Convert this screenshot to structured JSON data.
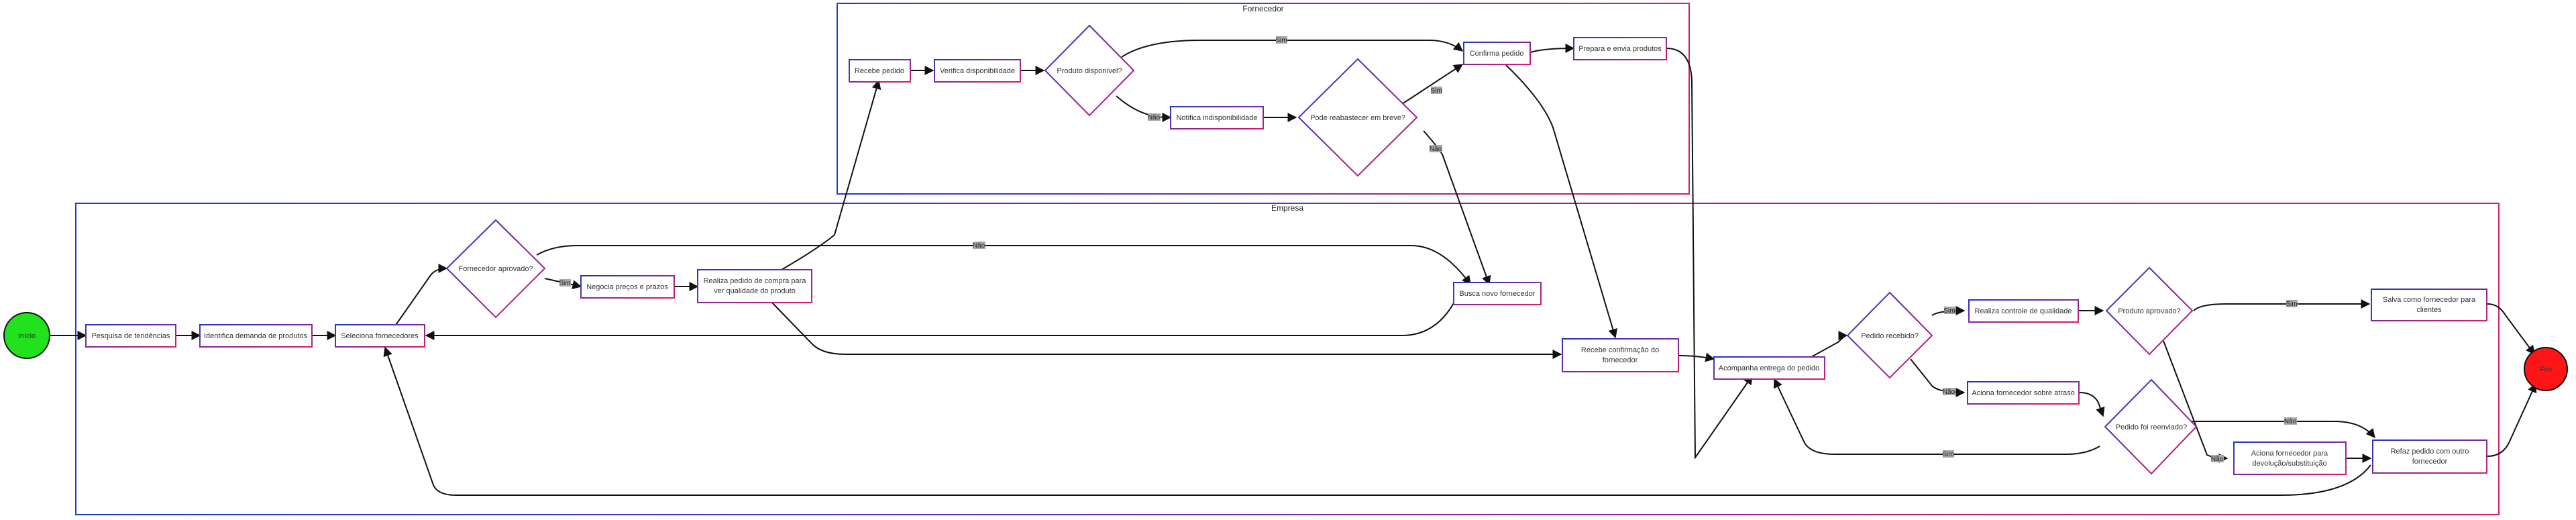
{
  "colors": {
    "lane_start": "#1a3fd6",
    "lane_end": "#d81b6e",
    "node_start": "#2536c8",
    "node_end": "#d81b6e",
    "start_fill": "#21e21d",
    "end_fill": "#ff1515",
    "edge": "#111111",
    "edge_label_bg": "#a8a8a8"
  },
  "lanes": {
    "supplier": {
      "title": "Fornecedor"
    },
    "company": {
      "title": "Empresa"
    }
  },
  "nodes": {
    "inicio": "Início",
    "fim": "Fim",
    "pesquisa": "Pesquisa de tendências",
    "identifica": "Identifica demanda de produtos",
    "seleciona": "Seleciona fornecedores",
    "fornecedor_aprovado": "Fornecedor aprovado?",
    "negocia": "Negocia preços e prazos",
    "realiza_pedido": [
      "Realiza pedido de compra para",
      "ver qualidade do produto"
    ],
    "busca_novo": "Busca novo fornecedor",
    "recebe_confirmacao": [
      "Recebe confirmação do",
      "fornecedor"
    ],
    "acompanha": "Acompanha entrega do pedido",
    "pedido_recebido": "Pedido recebido?",
    "controle": "Realiza controle de qualidade",
    "produto_aprovado": "Produto aprovado?",
    "salva": [
      "Salva como fornecedor para",
      "clientes"
    ],
    "aciona_atraso": "Aciona fornecedor sobre atraso",
    "pedido_reenviado": "Pedido foi reenviado?",
    "aciona_devolucao": [
      "Aciona fornecedor para",
      "devolução/substituição"
    ],
    "refaz": [
      "Refaz pedido com outro",
      "fornecedor"
    ],
    "recebe_pedido": "Recebe pedido",
    "verifica": "Verifica disponibilidade",
    "produto_disponivel": "Produto disponível?",
    "confirma": "Confirma pedido",
    "prepara": "Prepara e envia produtos",
    "notifica": "Notifica indisponibilidade",
    "pode_reabastecer": "Pode reabastecer em breve?"
  },
  "edge_labels": {
    "sim": "Sim",
    "nao": "Não"
  }
}
